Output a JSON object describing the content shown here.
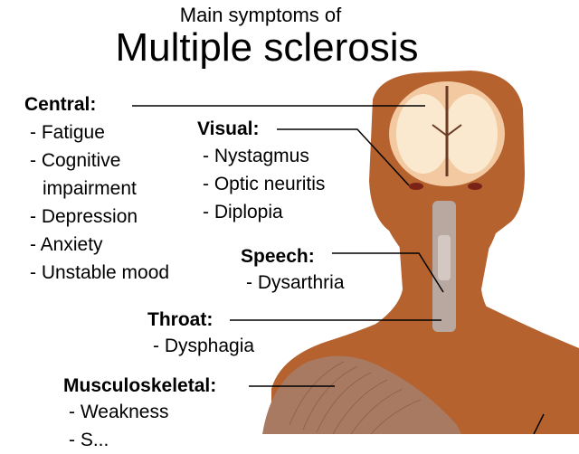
{
  "header": {
    "subtitle": "Main symptoms of",
    "title": "Multiple sclerosis"
  },
  "groups": {
    "central": {
      "label": "Central:",
      "items": [
        "- Fatigue",
        "- Cognitive",
        "impairment",
        "- Depression",
        "- Anxiety",
        "- Unstable mood"
      ]
    },
    "visual": {
      "label": "Visual:",
      "items": [
        "- Nystagmus",
        "- Optic neuritis",
        "- Diplopia"
      ]
    },
    "speech": {
      "label": "Speech:",
      "items": [
        "- Dysarthria"
      ]
    },
    "throat": {
      "label": "Throat:",
      "items": [
        "- Dysphagia"
      ]
    },
    "musculoskeletal": {
      "label": "Musculoskeletal:",
      "items": [
        "- Weakness",
        "- S..."
      ]
    }
  },
  "colors": {
    "skin": "#b5622f",
    "brain_outer": "#f2c9a0",
    "brain_inner": "#fbe9cf",
    "muscle": "#a97a62",
    "larynx": "#b9a8a0",
    "leader_line": "#000000"
  }
}
